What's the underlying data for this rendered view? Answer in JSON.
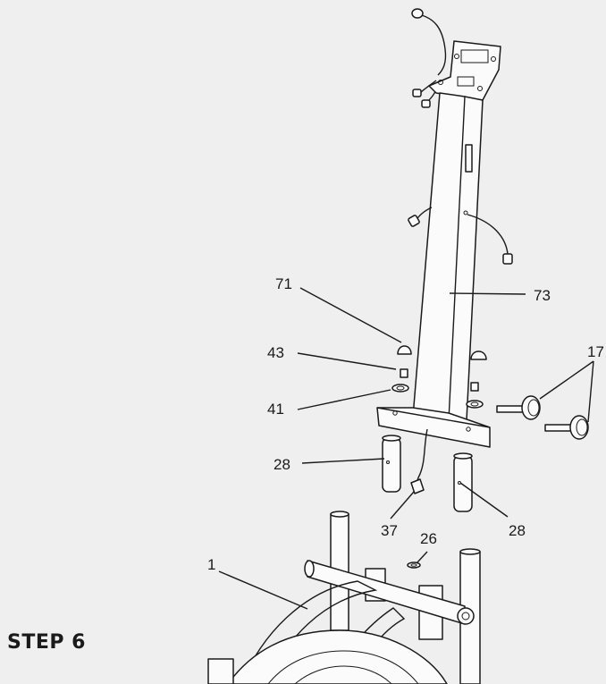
{
  "step": {
    "title": "STEP 6"
  },
  "callouts": {
    "c71": "71",
    "c73": "73",
    "c43": "43",
    "c41": "41",
    "c17": "17",
    "c28a": "28",
    "c28b": "28",
    "c37": "37",
    "c26": "26",
    "c1": "1"
  }
}
